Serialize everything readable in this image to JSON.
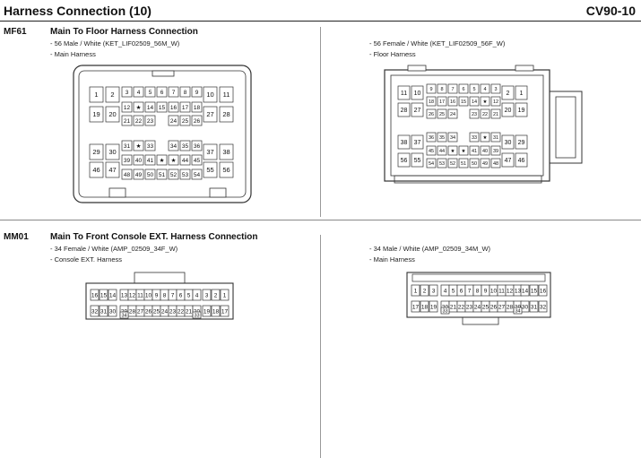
{
  "header": {
    "title": "Harness Connection (10)",
    "code": "CV90-10"
  },
  "sections": [
    {
      "code": "MF61",
      "title": "Main To Floor Harness Connection",
      "left": {
        "line1": "- 56 Male / White (KET_LIF02509_56M_W)",
        "line2": "- Main Harness"
      },
      "right": {
        "line1": "- 56 Female / White (KET_LIF02509_56F_W)",
        "line2": "- Floor Harness"
      }
    },
    {
      "code": "MM01",
      "title": "Main To Front Console EXT. Harness Connection",
      "left": {
        "line1": "- 34 Female / White (AMP_02509_34F_W)",
        "line2": "- Console EXT. Harness"
      },
      "right": {
        "line1": "- 34 Male / White (AMP_02509_34M_W)",
        "line2": "- Main Harness"
      }
    }
  ],
  "connectors": {
    "mf61_male": {
      "rows": [
        [
          "1",
          "2",
          "3",
          "4",
          "5",
          "6",
          "7",
          "8",
          "9",
          "10",
          "11"
        ],
        [
          "19",
          "20",
          "12",
          "★",
          "14",
          "15",
          "16",
          "17",
          "18",
          "27",
          "28"
        ],
        [
          "21",
          "22",
          "23",
          "24",
          "25",
          "26"
        ],
        [
          "29",
          "30",
          "31",
          "★",
          "33",
          "34",
          "35",
          "36",
          "37",
          "38"
        ],
        [
          "39",
          "40",
          "41",
          "★",
          "★",
          "44",
          "45"
        ],
        [
          "46",
          "47",
          "48",
          "49",
          "50",
          "51",
          "52",
          "53",
          "54",
          "55",
          "56"
        ]
      ]
    },
    "mf61_female": {
      "rows": [
        [
          "11",
          "10",
          "9",
          "8",
          "7",
          "6",
          "5",
          "4",
          "3",
          "2",
          "1"
        ],
        [
          "18",
          "17",
          "16",
          "15",
          "14",
          "★",
          "12"
        ],
        [
          "28",
          "27",
          "26",
          "25",
          "24",
          "23",
          "22",
          "21",
          "20",
          "19"
        ],
        [
          "36",
          "35",
          "34",
          "33",
          "★",
          "31"
        ],
        [
          "38",
          "37",
          "45",
          "44",
          "★",
          "★",
          "41",
          "40",
          "39",
          "30",
          "29"
        ],
        [
          "56",
          "55",
          "54",
          "53",
          "52",
          "51",
          "50",
          "49",
          "48",
          "47",
          "46"
        ]
      ]
    },
    "mm01_female": {
      "rows": [
        [
          "16",
          "15",
          "14",
          "13",
          "12",
          "11",
          "10",
          "9",
          "8",
          "7",
          "6",
          "5",
          "4",
          "3",
          "2",
          "1"
        ],
        [
          "32",
          "31",
          "30",
          "29",
          "28",
          "27",
          "26",
          "25",
          "24",
          "23",
          "22",
          "21",
          "20",
          "19",
          "18",
          "17"
        ],
        [
          "34",
          "33"
        ]
      ]
    },
    "mm01_male": {
      "rows": [
        [
          "1",
          "2",
          "3",
          "4",
          "5",
          "6",
          "7",
          "8",
          "9",
          "10",
          "11",
          "12",
          "13",
          "14",
          "15",
          "16"
        ],
        [
          "17",
          "18",
          "19",
          "20",
          "21",
          "22",
          "23",
          "24",
          "25",
          "26",
          "27",
          "28",
          "29",
          "30",
          "31",
          "32"
        ],
        [
          "33",
          "34"
        ]
      ]
    }
  }
}
